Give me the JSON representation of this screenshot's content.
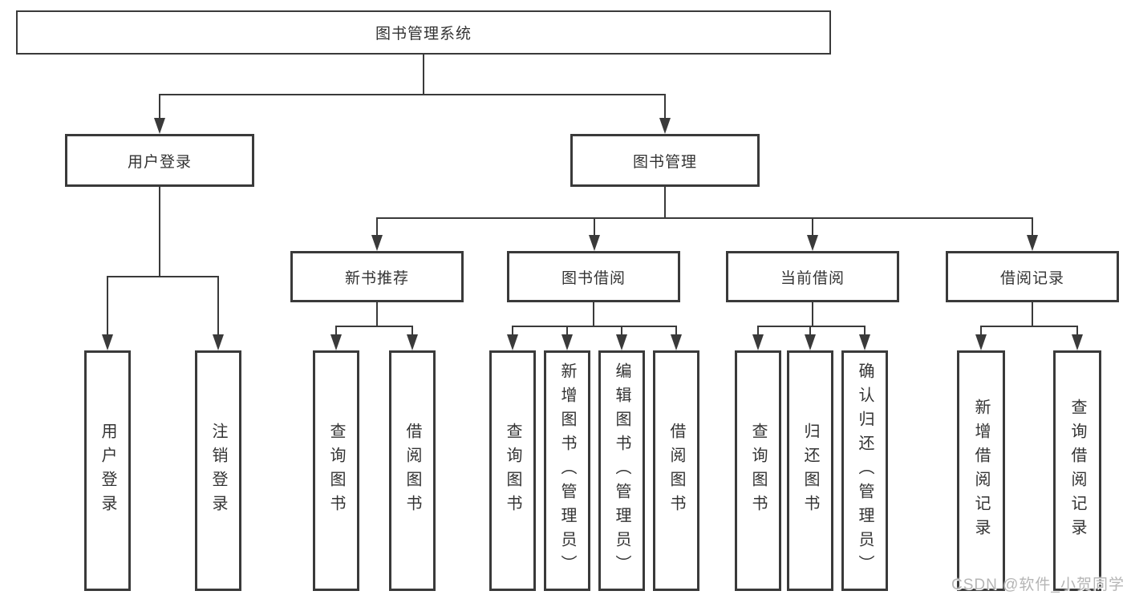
{
  "tree": {
    "root": {
      "label": "图书管理系统"
    },
    "branches": [
      {
        "label": "用户登录",
        "children": [
          {
            "label": "用户登录"
          },
          {
            "label": "注销登录"
          }
        ]
      },
      {
        "label": "图书管理",
        "children": [
          {
            "label": "新书推荐",
            "children": [
              {
                "label": "查询图书"
              },
              {
                "label": "借阅图书"
              }
            ]
          },
          {
            "label": "图书借阅",
            "children": [
              {
                "label": "查询图书"
              },
              {
                "label": "新增图书（管理员）"
              },
              {
                "label": "编辑图书（管理员）"
              },
              {
                "label": "借阅图书"
              }
            ]
          },
          {
            "label": "当前借阅",
            "children": [
              {
                "label": "查询图书"
              },
              {
                "label": "归还图书"
              },
              {
                "label": "确认归还（管理员）"
              }
            ]
          },
          {
            "label": "借阅记录",
            "children": [
              {
                "label": "新增借阅记录"
              },
              {
                "label": "查询借阅记录"
              }
            ]
          }
        ]
      }
    ]
  },
  "watermark": {
    "text": "CSDN @软件_小贺同学"
  },
  "colors": {
    "line": "#3a3a3a",
    "text": "#333333",
    "background": "#ffffff",
    "watermark": "#b5b5b5"
  }
}
